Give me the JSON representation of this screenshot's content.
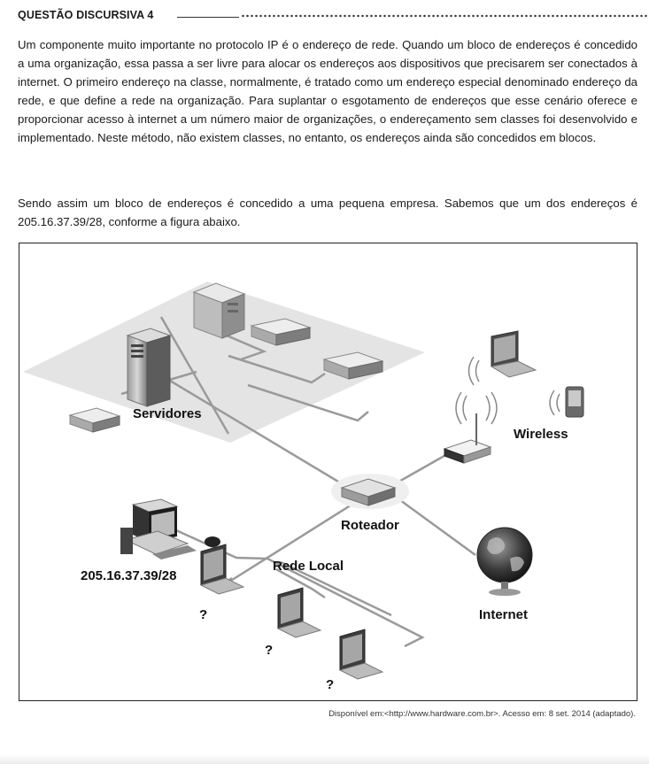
{
  "question": {
    "title": "QUESTÃO DISCURSIVA 4",
    "paragraph1": "Um componente muito importante no protocolo IP é o endereço de rede. Quando um bloco de endereços é concedido a uma organização, essa passa a ser livre para alocar os endereços aos dispositivos que precisarem ser conectados à internet. O primeiro endereço na classe, normalmente, é tratado como um endereço especial denominado endereço da rede, e que define a rede na organização. Para suplantar o esgotamento de endereços que esse cenário oferece e proporcionar acesso à internet a um número maior de organizações, o endereçamento sem classes foi desenvolvido e implementado. Neste método, não existem classes, no entanto, os endereços ainda são concedidos em blocos.",
    "paragraph2": "Sendo assim um bloco de endereços é concedido a uma pequena empresa. Sabemos que um dos endereços é 205.16.37.39/28, conforme a figura abaixo."
  },
  "figure": {
    "labels": {
      "servers": "Servidores",
      "wireless": "Wireless",
      "router": "Roteador",
      "local_network": "Rede Local",
      "known_address": "205.16.37.39/28",
      "internet": "Internet",
      "unknown1": "?",
      "unknown2": "?",
      "unknown3": "?"
    },
    "source": "Disponível em:<http://www.hardware.com.br>. Acesso em: 8 set. 2014 (adaptado)."
  }
}
